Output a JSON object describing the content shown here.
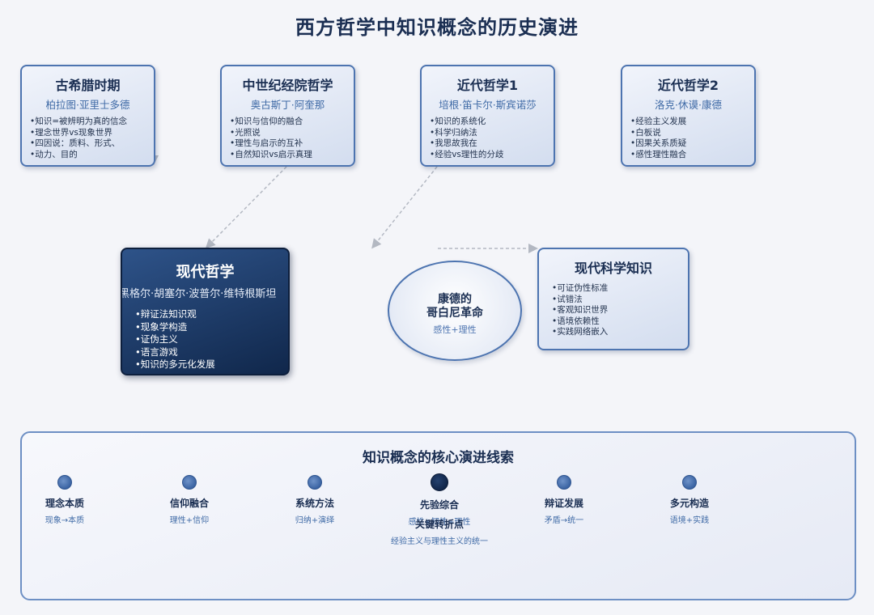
{
  "title": "西方哲学中知识概念的历史演进",
  "periods": [
    {
      "title": "古希腊时期",
      "people": "柏拉图·亚里士多德",
      "points": [
        "知识=被辨明为真的信念",
        "理念世界vs现象世界",
        "四因说：质料、形式、",
        "动力、目的"
      ]
    },
    {
      "title": "中世纪经院哲学",
      "people": "奥古斯丁·阿奎那",
      "points": [
        "知识与信仰的融合",
        "光照说",
        "理性与启示的互补",
        "自然知识vs启示真理"
      ]
    },
    {
      "title": "近代哲学1",
      "people": "培根·笛卡尔·斯宾诺莎",
      "points": [
        "知识的系统化",
        "科学归纳法",
        "我思故我在",
        "经验vs理性的分歧"
      ]
    },
    {
      "title": "近代哲学2",
      "people": "洛克·休谟·康德",
      "points": [
        "经验主义发展",
        "白板说",
        "因果关系质疑",
        "感性理性融合"
      ]
    }
  ],
  "modern": {
    "title": "现代哲学",
    "people": "黑格尔·胡塞尔·波普尔·维特根斯坦",
    "points": [
      "辩证法知识观",
      "现象学构造",
      "证伪主义",
      "语言游戏",
      "知识的多元化发展"
    ]
  },
  "kant": {
    "line1": "康德的",
    "line2": "哥白尼革命",
    "line3": "感性+理性"
  },
  "science": {
    "title": "现代科学知识",
    "points": [
      "可证伪性标准",
      "试错法",
      "客观知识世界",
      "语境依赖性",
      "实践网络嵌入"
    ]
  },
  "timeline": {
    "title": "知识概念的核心演进线索",
    "nodes": [
      {
        "name": "理念本质",
        "desc": "现象→本质"
      },
      {
        "name": "信仰融合",
        "desc": "理性+信仰"
      },
      {
        "name": "系统方法",
        "desc": "归纳+演绎"
      },
      {
        "name": "先验综合",
        "desc": "感性+知性+理性"
      },
      {
        "name": "辩证发展",
        "desc": "矛盾→统一"
      },
      {
        "name": "多元构造",
        "desc": "语境+实践"
      }
    ],
    "key_title": "关键转折点",
    "key_desc": "经验主义与理性主义的统一"
  }
}
